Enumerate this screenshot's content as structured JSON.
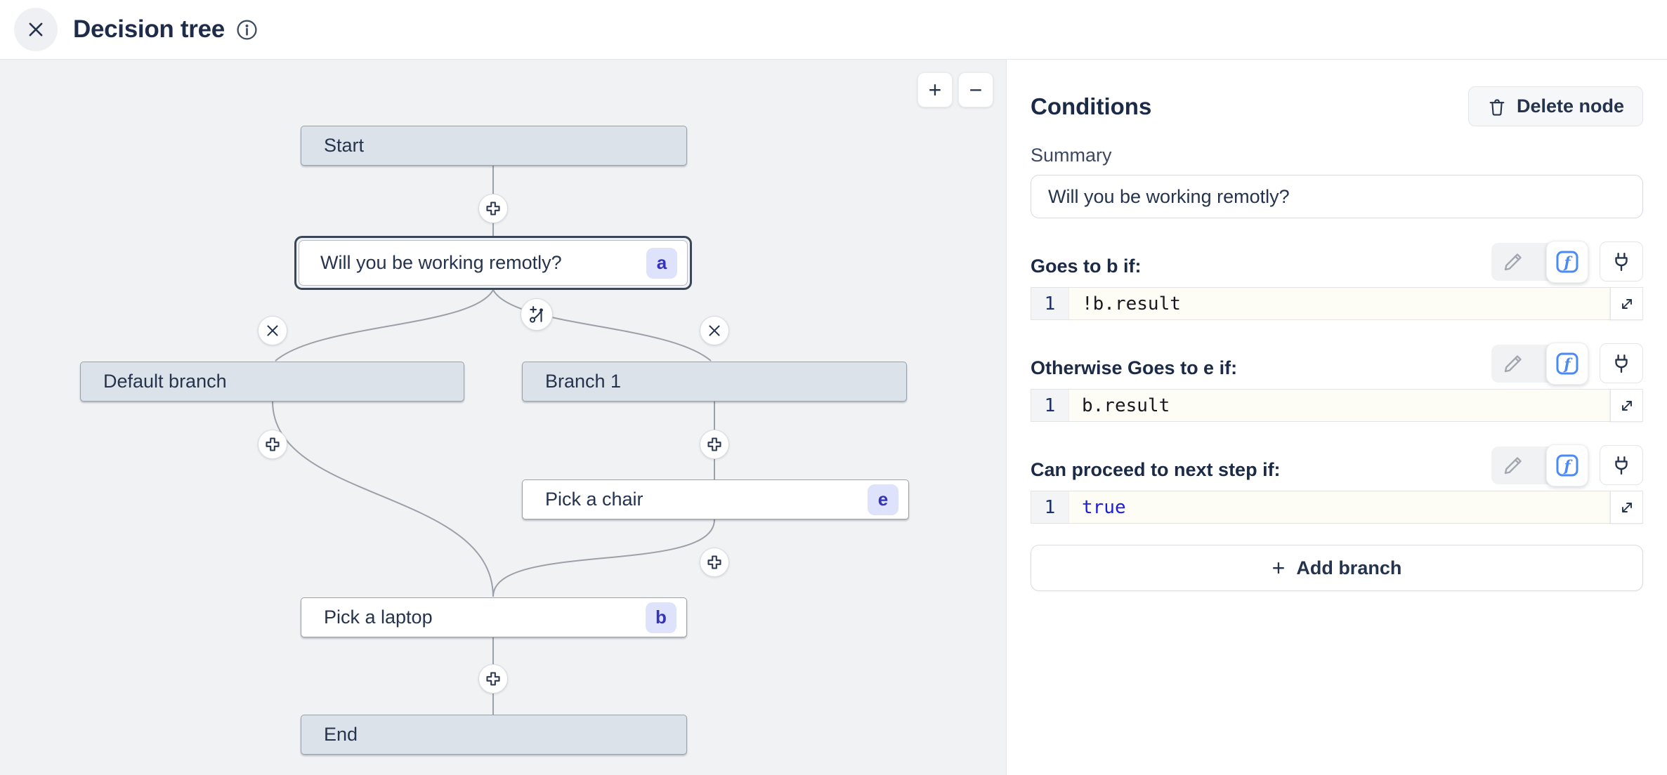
{
  "header": {
    "title": "Decision tree"
  },
  "canvas": {
    "zoom_in_label": "+",
    "zoom_out_label": "−",
    "nodes": [
      {
        "label": "Start"
      },
      {
        "label": "Will you be working remotly?",
        "badge": "a"
      },
      {
        "label": "Default branch"
      },
      {
        "label": "Branch 1"
      },
      {
        "label": "Pick a chair",
        "badge": "e"
      },
      {
        "label": "Pick a laptop",
        "badge": "b"
      },
      {
        "label": "End"
      }
    ]
  },
  "panel": {
    "title": "Conditions",
    "delete_button_label": "Delete node",
    "summary_label": "Summary",
    "summary_value": "Will you be working remotly?",
    "sections": [
      {
        "label": "Goes to b if:",
        "line_number": "1",
        "code": "!b.result"
      },
      {
        "label": "Otherwise Goes to e if:",
        "line_number": "1",
        "code": "b.result"
      },
      {
        "label": "Can proceed to next step if:",
        "line_number": "1",
        "code": "true"
      }
    ],
    "add_branch": {
      "icon": "+",
      "label": "Add branch"
    }
  },
  "colors": {
    "accent_blue": "#4a8af4",
    "keyword_blue": "#1d1cdb",
    "badge_bg": "#dee2fb",
    "badge_text": "#3633b5",
    "node_gray": "#dbe2e9",
    "canvas_bg": "#f1f2f4",
    "selected_border": "#3b4757"
  }
}
